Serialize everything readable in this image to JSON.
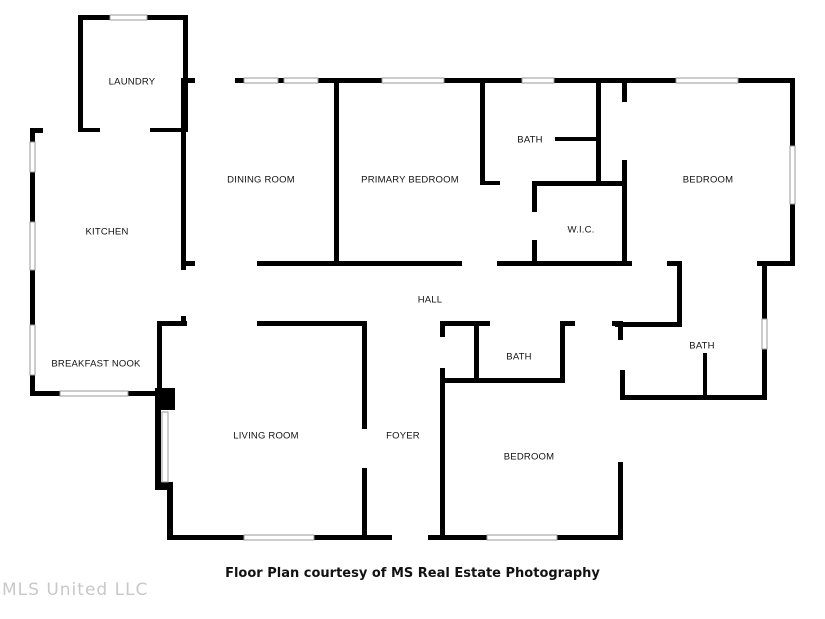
{
  "rooms": {
    "laundry": "LAUNDRY",
    "kitchen": "KITCHEN",
    "breakfast_nook": "BREAKFAST NOOK",
    "dining_room": "DINING ROOM",
    "primary_bedroom": "PRIMARY BEDROOM",
    "bath_primary": "BATH",
    "wic": "W.I.C.",
    "bedroom_east": "BEDROOM",
    "hall": "HALL",
    "bath_center": "BATH",
    "bath_east": "BATH",
    "living_room": "LIVING ROOM",
    "foyer": "FOYER",
    "bedroom_south": "BEDROOM"
  },
  "caption": "Floor Plan courtesy of MS Real Estate Photography",
  "watermark": "MLS United LLC",
  "colors": {
    "wall": "#000000",
    "window": "#9a9a9a",
    "background": "#ffffff"
  }
}
